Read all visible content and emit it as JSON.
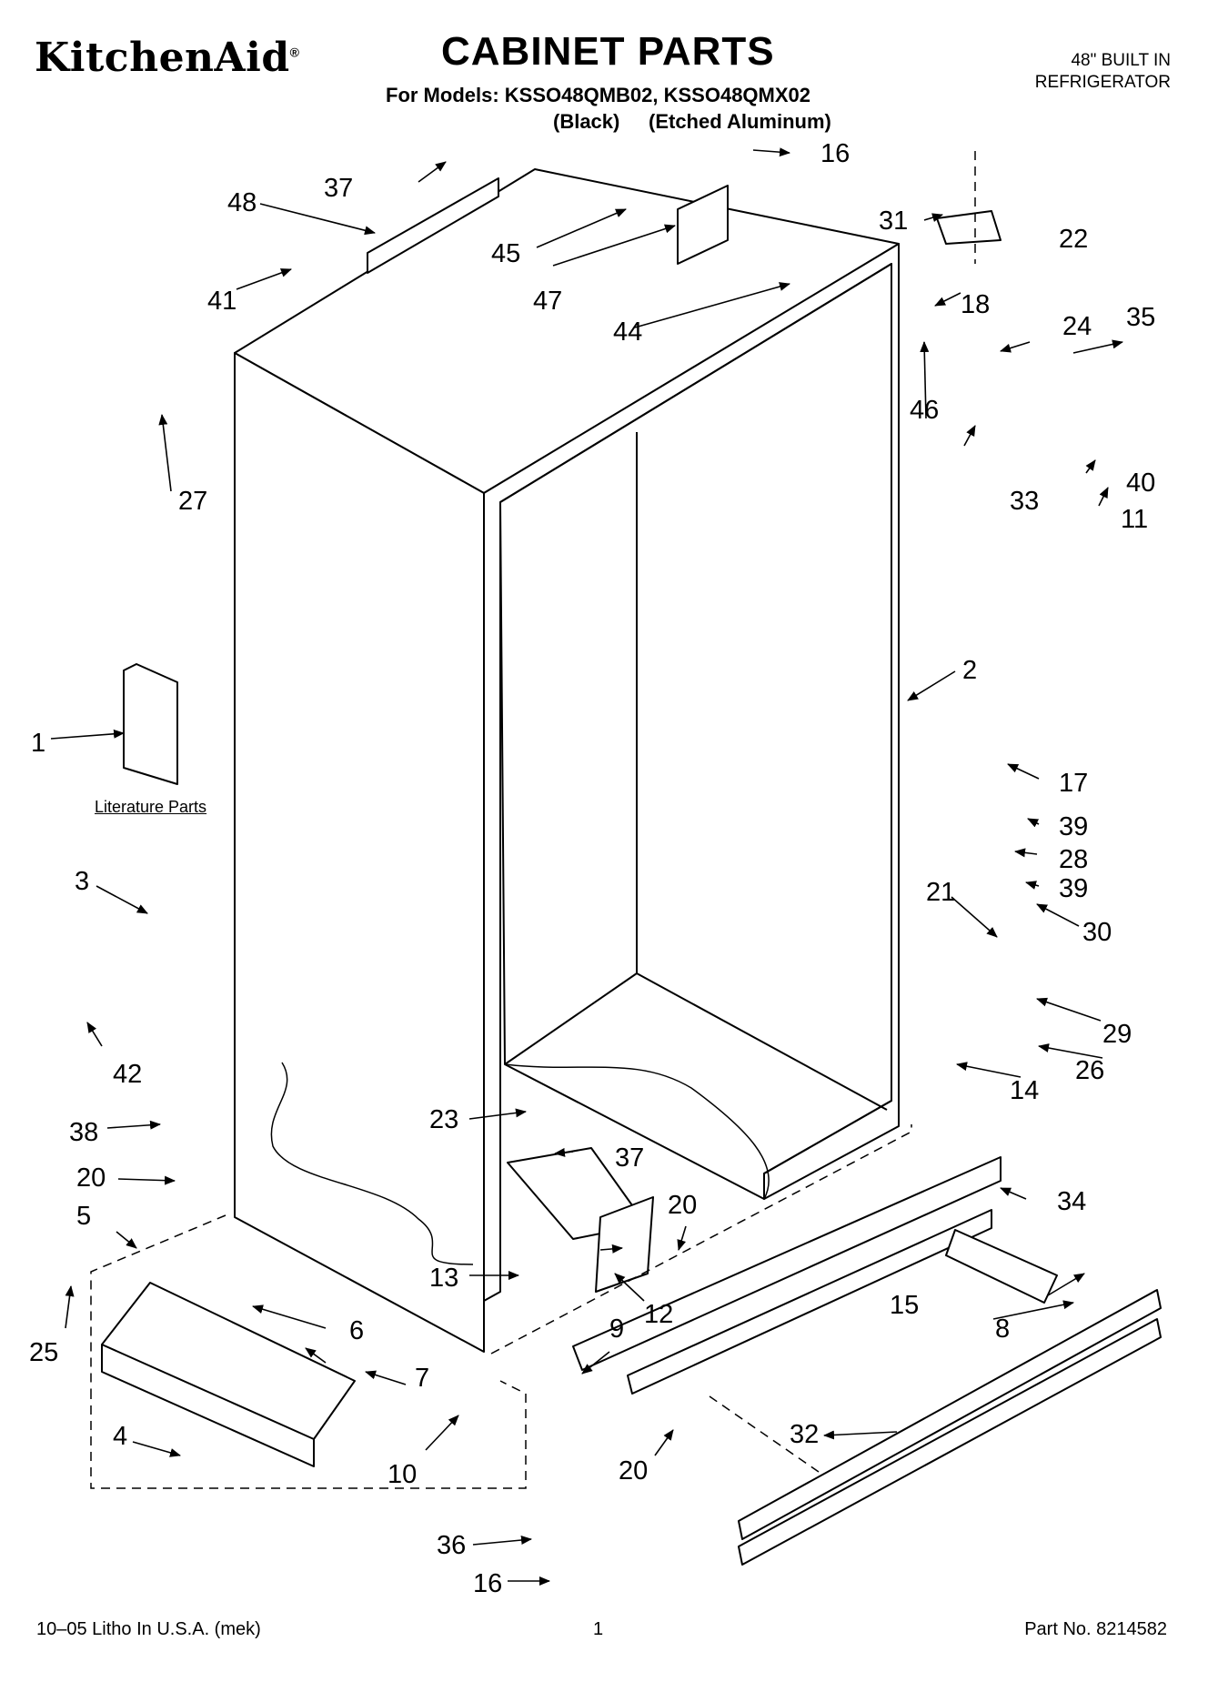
{
  "header": {
    "brand": "KitchenAid",
    "brand_mark": "®",
    "title": "CABINET PARTS",
    "models_line": "For Models: KSSO48QMB02, KSSO48QMX02",
    "variant_1": "(Black)",
    "variant_2": "(Etched Aluminum)",
    "product_line1": "48\" BUILT IN",
    "product_line2": "REFRIGERATOR"
  },
  "literature_label": "Literature Parts",
  "callouts": {
    "c1": "1",
    "c2": "2",
    "c3": "3",
    "c4": "4",
    "c5": "5",
    "c6": "6",
    "c7": "7",
    "c8": "8",
    "c9": "9",
    "c10": "10",
    "c11": "11",
    "c12": "12",
    "c13": "13",
    "c14": "14",
    "c15": "15",
    "c16a": "16",
    "c16b": "16",
    "c17": "17",
    "c18": "18",
    "c20a": "20",
    "c20b": "20",
    "c20c": "20",
    "c21": "21",
    "c22": "22",
    "c23": "23",
    "c24": "24",
    "c25": "25",
    "c26": "26",
    "c27": "27",
    "c28": "28",
    "c29": "29",
    "c30": "30",
    "c31": "31",
    "c32": "32",
    "c33": "33",
    "c34": "34",
    "c35": "35",
    "c36": "36",
    "c37a": "37",
    "c37b": "37",
    "c38": "38",
    "c39a": "39",
    "c39b": "39",
    "c40": "40",
    "c41": "41",
    "c42": "42",
    "c44": "44",
    "c45": "45",
    "c46": "46",
    "c47": "47",
    "c48": "48"
  },
  "footer": {
    "litho": "10–05 Litho In U.S.A. (mek)",
    "page": "1",
    "part_no": "Part No. 8214582"
  }
}
